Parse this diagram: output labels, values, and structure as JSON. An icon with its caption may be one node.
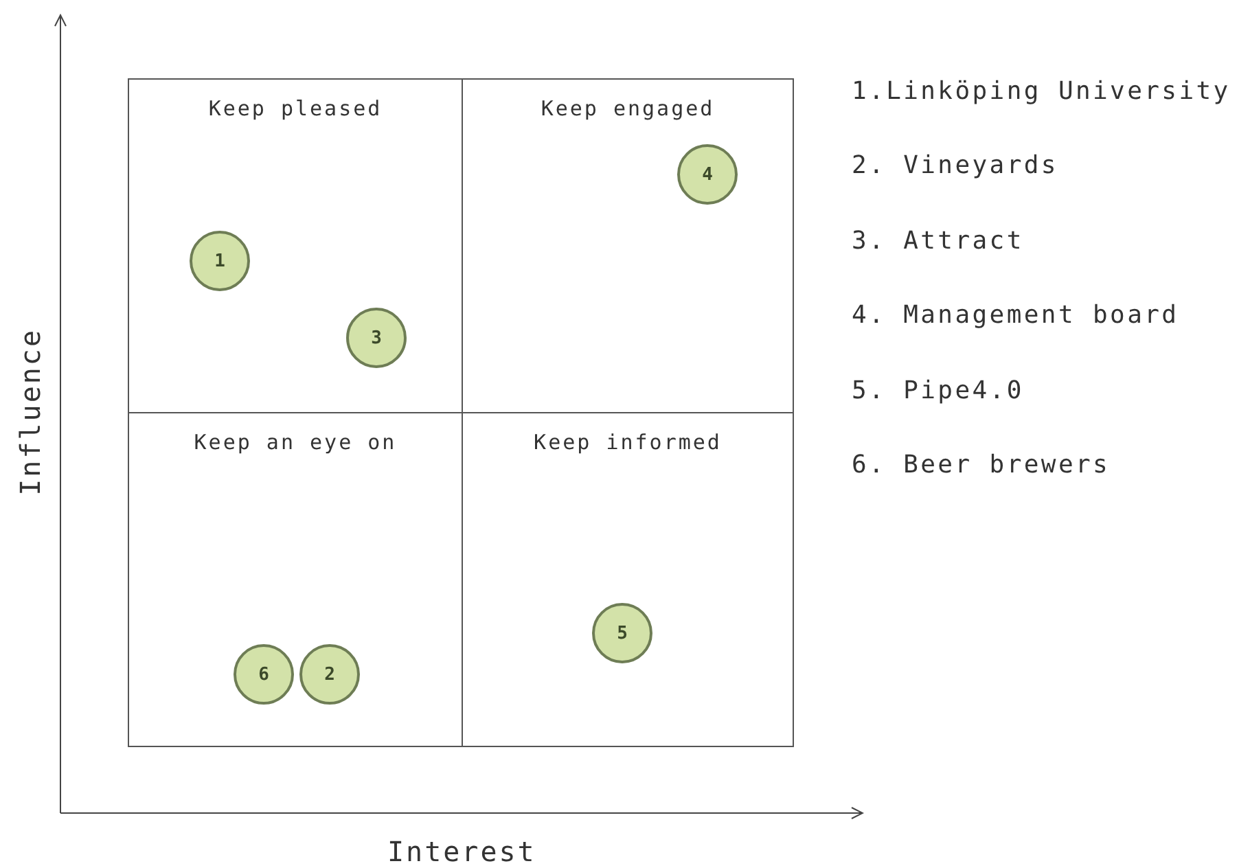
{
  "diagram": {
    "nodes": [
      {
        "text": [
          "Keep pleased"
        ]
      },
      {
        "text": [
          "1"
        ],
        "in": 0
      },
      {
        "text": [
          "3"
        ],
        "in": 0
      },
      {
        "text": [
          "Keep engaged"
        ]
      },
      {
        "text": [
          "4"
        ],
        "in": 3
      },
      {
        "text": [
          "Keep an eye on"
        ]
      },
      {
        "text": [
          "6"
        ],
        "in": 5
      },
      {
        "text": [
          "2"
        ],
        "in": 5
      },
      {
        "text": [
          "Keep informed"
        ]
      },
      {
        "text": [
          "5"
        ],
        "in": 8
      }
    ],
    "edges": [],
    "labels": [
      "1.Linköping University",
      "2. Vineyards",
      "3. Attract",
      "4. Management board",
      "5. Pipe4.0",
      "6. Beer brewers",
      "Influence",
      "Interest"
    ]
  }
}
